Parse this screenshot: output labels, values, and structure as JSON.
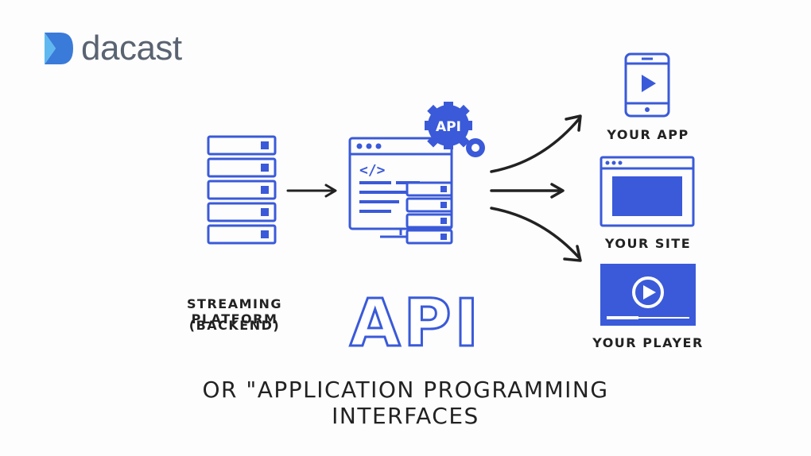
{
  "brand": {
    "name": "dacast"
  },
  "colors": {
    "accent": "#3a5ad9",
    "ink": "#222222",
    "logo_text": "#5a6371"
  },
  "nodes": {
    "backend": {
      "label_line1": "Streaming platform",
      "label_line2": "(backend)"
    },
    "api_badge": "API",
    "code_glyph": "</>",
    "outputs": [
      {
        "label": "Your app"
      },
      {
        "label": "Your site"
      },
      {
        "label": "Your player"
      }
    ]
  },
  "headline": "API",
  "subtitle": "or \"Application Programming Interfaces"
}
